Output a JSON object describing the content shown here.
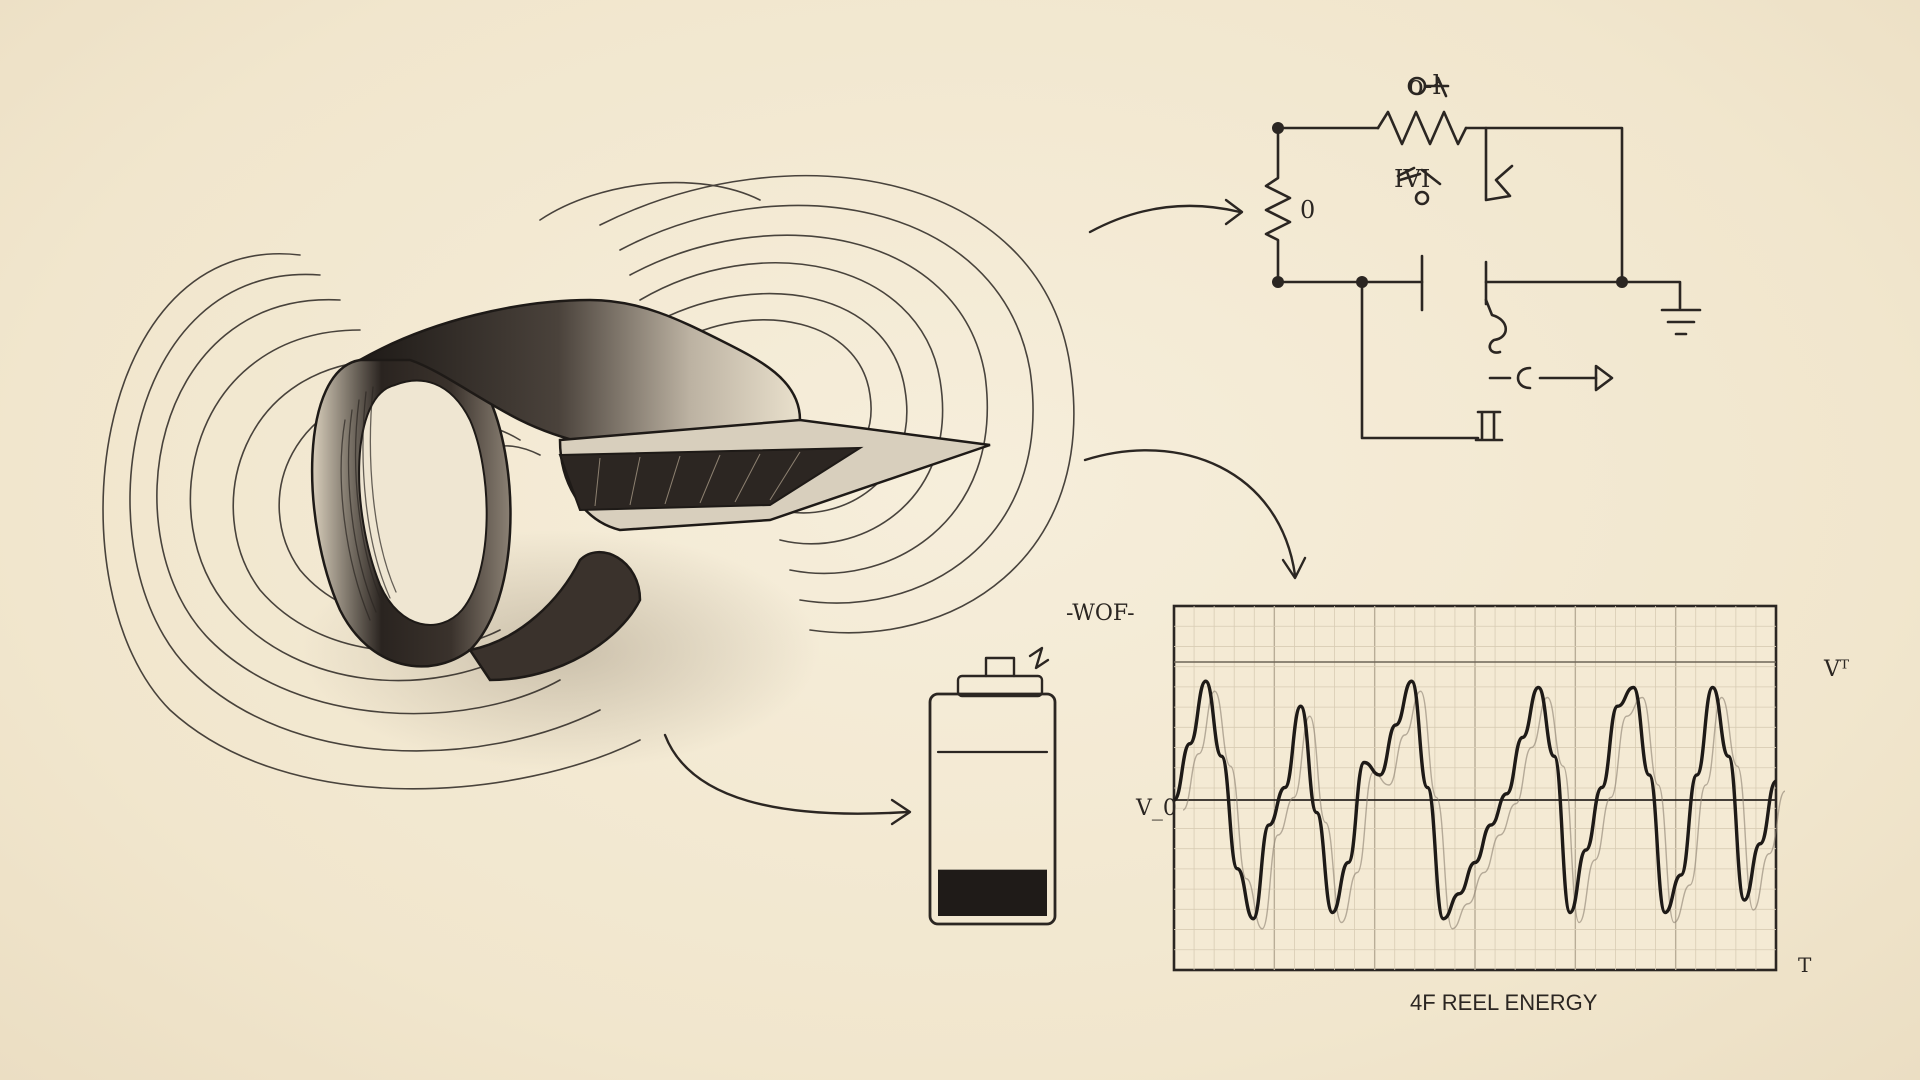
{
  "circuit": {
    "label_top": "o-ł",
    "label_mid": "IVI",
    "label_left": "0"
  },
  "chart": {
    "label_left_top": "-WOF-",
    "label_y_zero": "V_0",
    "label_right_top": "Vᵀ",
    "label_right_bottom": "T",
    "caption": "4F REEL ENERGY"
  },
  "battery": {
    "charge_fraction": 0.15
  },
  "chart_data": {
    "type": "line",
    "title": "4F REEL ENERGY",
    "xlabel": "T",
    "ylabel": "V",
    "series": [
      {
        "values": [
          0.0,
          0.45,
          0.95,
          0.35,
          -0.55,
          -0.95,
          -0.2,
          0.1,
          0.75,
          -0.1,
          -0.9,
          -0.5,
          0.3,
          0.2,
          0.6,
          0.95,
          0.1,
          -0.95,
          -0.75,
          -0.5,
          -0.2,
          0.05,
          0.5,
          0.9,
          0.35,
          -0.9,
          -0.4,
          0.1,
          0.75,
          0.9,
          0.2,
          -0.9,
          -0.6,
          0.2,
          0.9,
          0.35,
          -0.8,
          -0.35,
          0.15
        ]
      }
    ],
    "grid": true
  }
}
